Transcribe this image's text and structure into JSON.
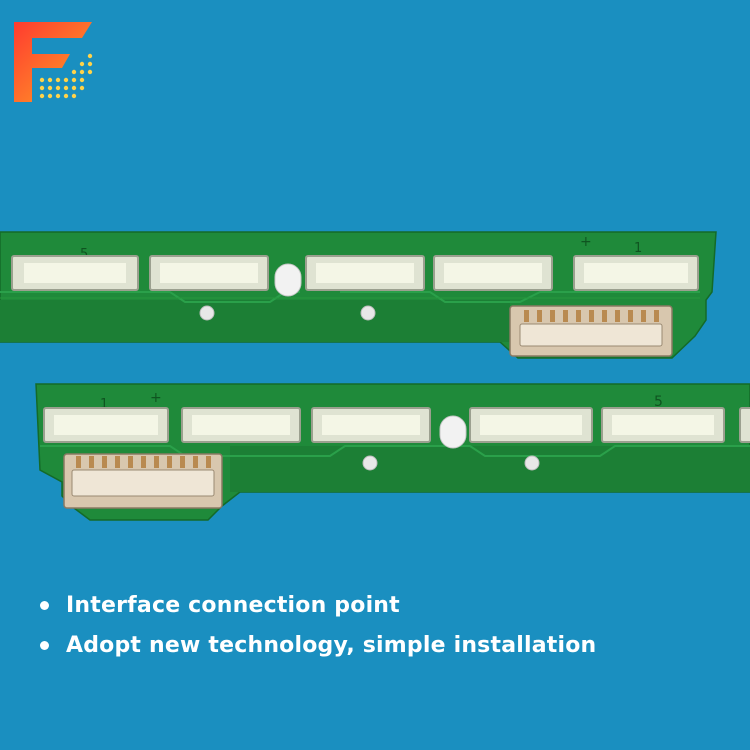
{
  "colors": {
    "background": "#1a8fc0",
    "pcb": "#1f8a3a",
    "pcb_dark": "#176e2d",
    "led": "#f3f5e6",
    "text": "#ffffff"
  },
  "logo": {
    "icon": "brand-f-logo-icon"
  },
  "photo": {
    "strip_top": {
      "silk_labels": [
        "5",
        "+",
        "1"
      ]
    },
    "strip_bottom": {
      "silk_labels": [
        "1",
        "+",
        "5"
      ]
    }
  },
  "bullets": [
    {
      "text": "Interface connection point"
    },
    {
      "text": "Adopt new technology, simple installation"
    }
  ]
}
